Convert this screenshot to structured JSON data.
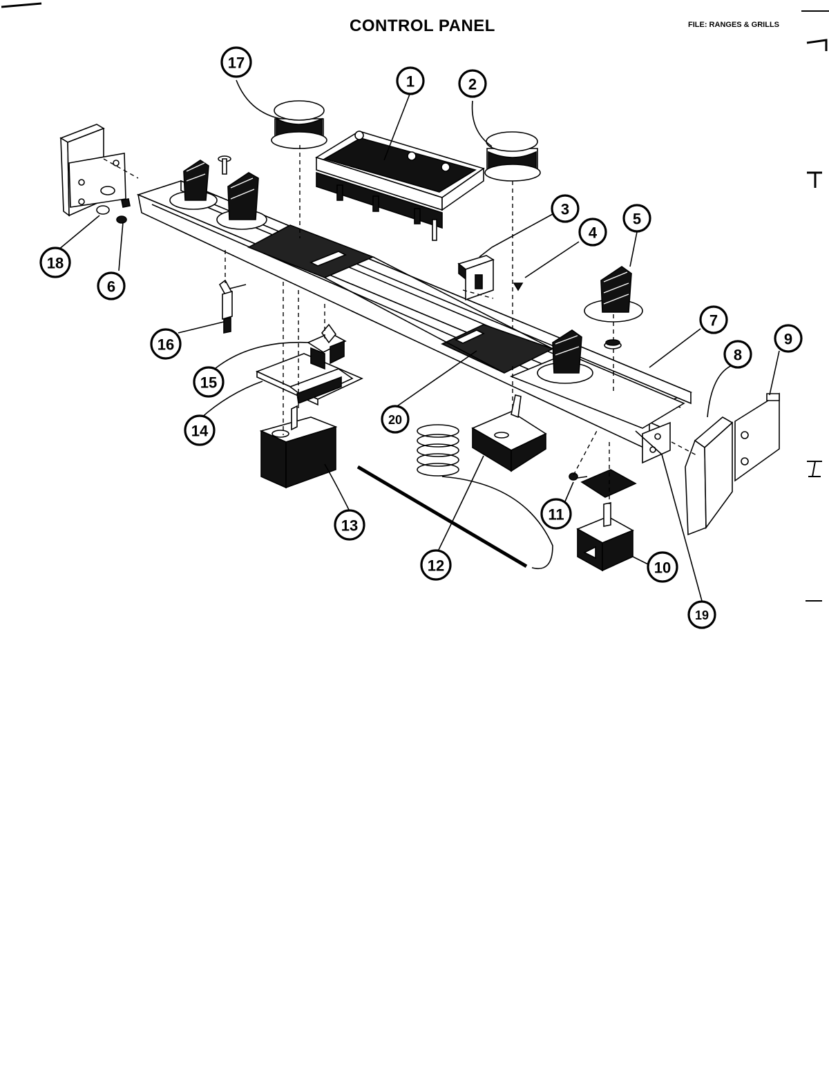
{
  "header": {
    "title": "CONTROL PANEL",
    "file_label": "FILE: RANGES & GRILLS"
  },
  "callouts": {
    "c1": "1",
    "c2": "2",
    "c3": "3",
    "c4": "4",
    "c5": "5",
    "c6": "6",
    "c7": "7",
    "c8": "8",
    "c9": "9",
    "c10": "10",
    "c11": "11",
    "c12": "12",
    "c13": "13",
    "c14": "14",
    "c15": "15",
    "c16": "16",
    "c17": "17",
    "c18": "18",
    "c19": "19",
    "c20": "20"
  },
  "colors": {
    "ink": "#000000",
    "paper": "#ffffff"
  }
}
